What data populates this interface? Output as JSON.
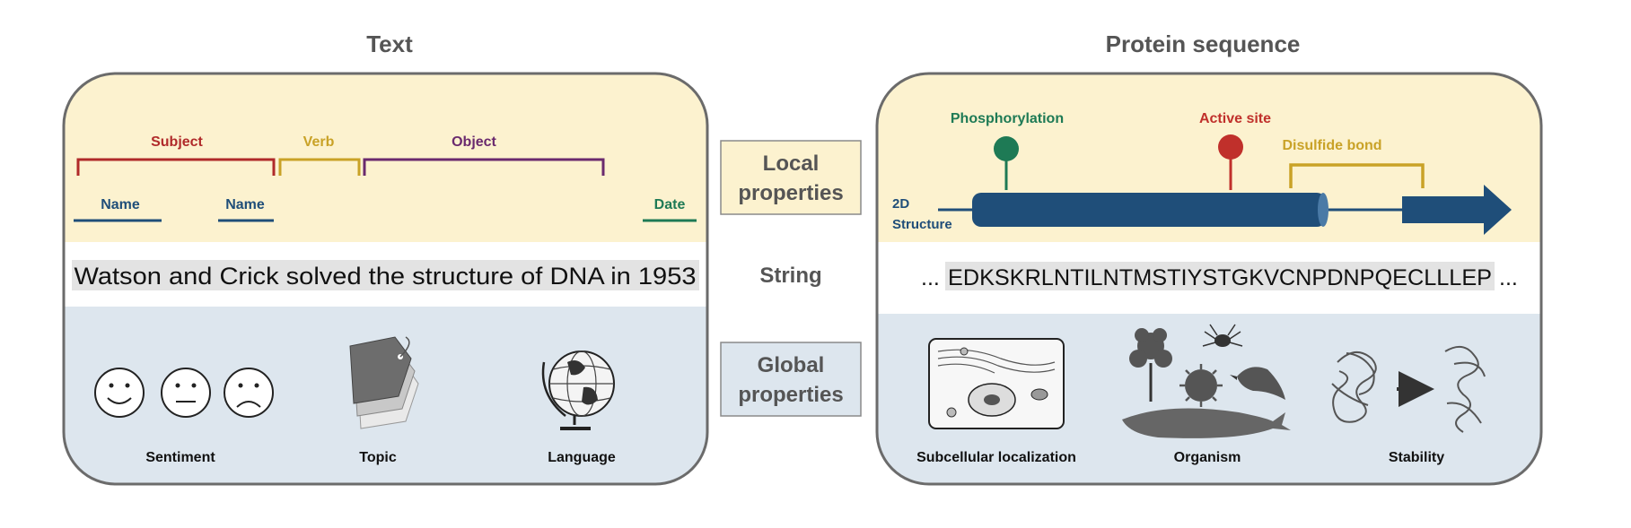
{
  "text_panel": {
    "title": "Text",
    "local": {
      "subject_label": "Subject",
      "verb_label": "Verb",
      "object_label": "Object",
      "name1_label": "Name",
      "name2_label": "Name",
      "date_label": "Date"
    },
    "string": "Watson and Crick solved the structure of DNA in 1953",
    "global": {
      "sentiment_label": "Sentiment",
      "topic_label": "Topic",
      "language_label": "Language"
    }
  },
  "center": {
    "local_line1": "Local",
    "local_line2": "properties",
    "string_label": "String",
    "global_line1": "Global",
    "global_line2": "properties"
  },
  "protein_panel": {
    "title": "Protein sequence",
    "local": {
      "phosphorylation_label": "Phosphorylation",
      "active_site_label": "Active site",
      "disulfide_label": "Disulfide bond",
      "structure_line1": "2D",
      "structure_line2": "Structure"
    },
    "string_prefix": "...",
    "string": "EDKSKRLNTILNTMSTIYSTGKVCNPDNPQECLLLEP",
    "string_suffix": "...",
    "global": {
      "subcellular_label": "Subcellular localization",
      "organism_label": "Organism",
      "stability_label": "Stability"
    }
  },
  "colors": {
    "local_band": "#fcf2cf",
    "global_band": "#dde6ee",
    "panel_border": "#6b6b6b",
    "subject": "#b02a2a",
    "verb": "#c9a227",
    "object": "#6a2a6e",
    "name": "#1f4e79",
    "date": "#1e7a55",
    "helix": "#1f4e79",
    "phosphorylation": "#1e7a55",
    "active_site": "#c0302b",
    "disulfide": "#c9a227"
  }
}
